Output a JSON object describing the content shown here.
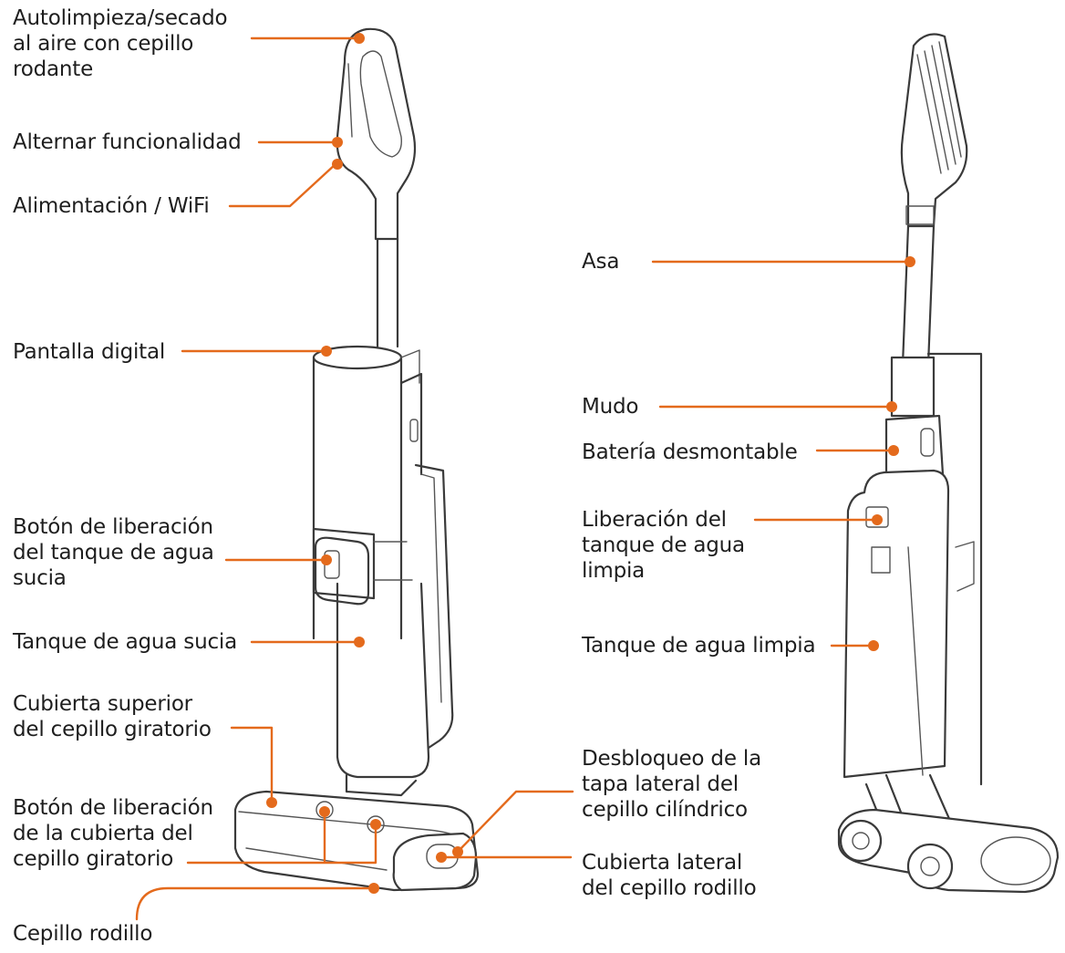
{
  "accent_color": "#e46a1c",
  "labels": {
    "autolimpieza": "Autolimpieza/secado\nal aire con cepillo\nrodante",
    "alternar": "Alternar funcionalidad",
    "alimentacion": "Alimentación / WiFi",
    "pantalla": "Pantalla digital",
    "boton_tanque_sucia": "Botón de liberación\ndel tanque de agua\nsucia",
    "tanque_sucia": "Tanque de agua sucia",
    "cubierta_superior": "Cubierta superior\ndel cepillo giratorio",
    "boton_cubierta": "Botón de liberación\nde la cubierta del\ncepillo giratorio",
    "cepillo_rodillo": "Cepillo rodillo",
    "asa": "Asa",
    "mudo": "Mudo",
    "bateria": "Batería desmontable",
    "liberacion_limpia": "Liberación del\ntanque de agua\nlimpia",
    "tanque_limpia": "Tanque de agua limpia",
    "desbloqueo": "Desbloqueo de la\ntapa lateral del\ncepillo cilíndrico",
    "cubierta_lateral": "Cubierta lateral\ndel cepillo rodillo"
  }
}
